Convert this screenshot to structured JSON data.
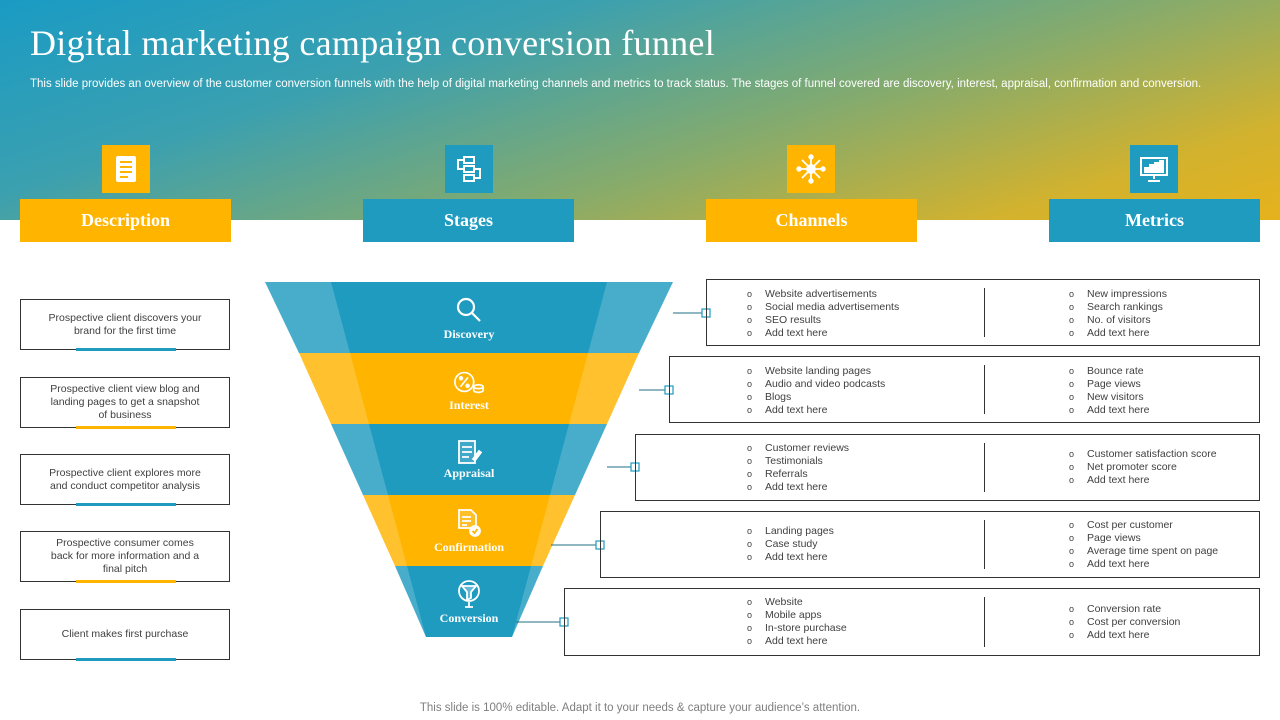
{
  "title": "Digital marketing campaign conversion funnel",
  "subtitle": "This slide provides an overview of the customer conversion funnels with the help of digital marketing channels and metrics to track status. The stages of funnel covered are discovery, interest, appraisal, confirmation and conversion.",
  "headers": [
    {
      "label": "Description",
      "icon": "document-icon"
    },
    {
      "label": "Stages",
      "icon": "flowchart-icon"
    },
    {
      "label": "Channels",
      "icon": "network-hub-icon"
    },
    {
      "label": "Metrics",
      "icon": "monitor-chart-icon"
    }
  ],
  "descriptions": [
    "Prospective client discovers your brand for the first time",
    "Prospective client view blog and landing pages to get a snapshot of business",
    "Prospective client explores more and conduct competitor analysis",
    "Prospective consumer comes back for more information and a final pitch",
    "Client makes first purchase"
  ],
  "stages": [
    {
      "label": "Discovery",
      "icon": "magnifier-icon"
    },
    {
      "label": "Interest",
      "icon": "percent-coins-icon"
    },
    {
      "label": "Appraisal",
      "icon": "checklist-icon"
    },
    {
      "label": "Confirmation",
      "icon": "document-check-icon"
    },
    {
      "label": "Conversion",
      "icon": "money-funnel-icon"
    }
  ],
  "rows": [
    {
      "channels": [
        "Website advertisements",
        "Social media advertisements",
        "SEO  results",
        "Add text here"
      ],
      "metrics": [
        "New impressions",
        "Search rankings",
        "No. of visitors",
        "Add text here"
      ]
    },
    {
      "channels": [
        "Website landing pages",
        "Audio and video podcasts",
        "Blogs",
        "Add text here"
      ],
      "metrics": [
        "Bounce rate",
        "Page views",
        "New visitors",
        "Add text here"
      ]
    },
    {
      "channels": [
        "Customer reviews",
        "Testimonials",
        "Referrals",
        "Add text here"
      ],
      "metrics": [
        "Customer satisfaction score",
        "Net promoter score",
        "Add text here"
      ]
    },
    {
      "channels": [
        "Landing pages",
        "Case study",
        "Add text here"
      ],
      "metrics": [
        "Cost per customer",
        "Page views",
        "Average time spent on page",
        "Add text here"
      ]
    },
    {
      "channels": [
        "Website",
        "Mobile apps",
        "In-store purchase",
        "Add text here"
      ],
      "metrics": [
        "Conversion rate",
        "Cost per conversion",
        "Add text here"
      ]
    }
  ],
  "footer": "This slide is 100% editable. Adapt it to your needs & capture your audience’s attention.",
  "colors": {
    "blue": "#1f9bc0",
    "gold": "#ffb400"
  }
}
